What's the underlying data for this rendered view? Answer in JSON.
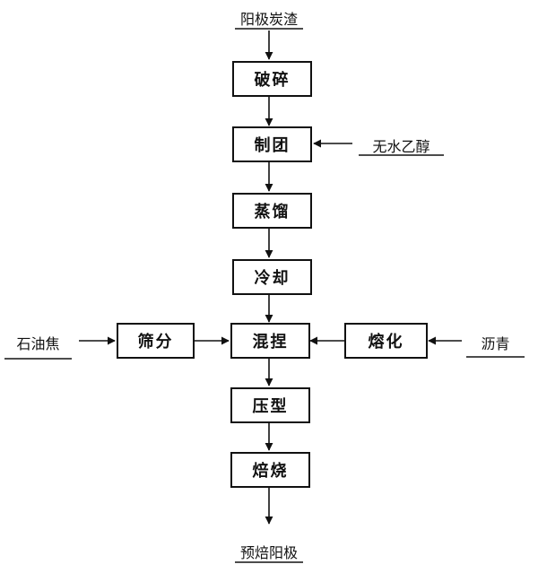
{
  "diagram": {
    "inputs": {
      "top": "阳极炭渣",
      "ethanol": "无水乙醇",
      "petroleum_coke": "石油焦",
      "pitch": "沥青"
    },
    "steps": {
      "crushing": "破碎",
      "pelletizing": "制团",
      "distillation": "蒸馏",
      "cooling": "冷却",
      "screening": "筛分",
      "kneading": "混捏",
      "melting": "熔化",
      "pressing": "压型",
      "baking": "焙烧"
    },
    "output": "预焙阳极"
  }
}
